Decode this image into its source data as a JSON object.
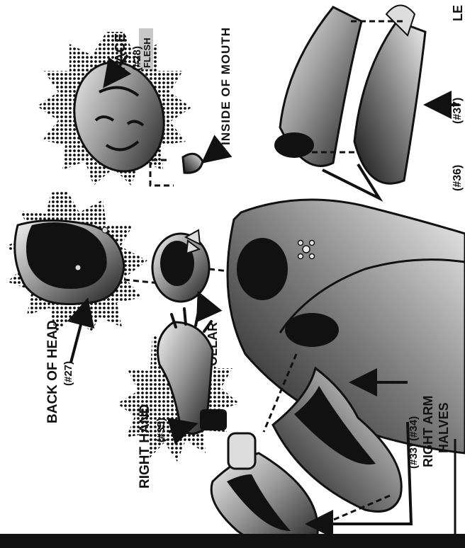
{
  "labels": {
    "face": "FACE",
    "face_num": "(#28)",
    "flesh": "FLESH",
    "inside_mouth": "INSIDE OF MOUTH",
    "back_of_head": "BACK OF HEAD",
    "back_of_head_num": "(#27)",
    "collar": "COLLAR",
    "right_hand": "RIGHT HAND",
    "right_hand_num": "(#35)",
    "right_arm_nums": "(#33)     (#34)",
    "right_arm": "RIGHT ARM",
    "halves": "HALVES",
    "leg_36": "(#36)",
    "leg_37": "(#37)",
    "leg_partial": "LE"
  },
  "colors": {
    "ink": "#111111",
    "flesh_tag": "#c8c8c8",
    "metal_light": "#d9d9d9",
    "metal_mid": "#8a8a8a",
    "metal_dark": "#1a1a1a"
  }
}
